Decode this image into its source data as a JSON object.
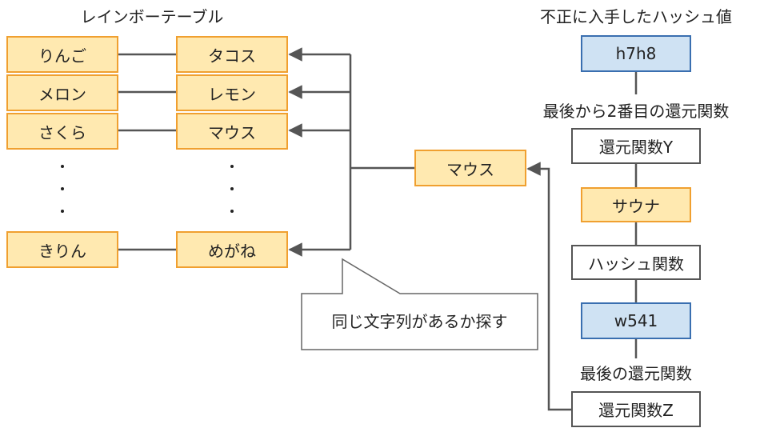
{
  "rainbow_table": {
    "title": "レインボーテーブル",
    "rows": [
      {
        "start": "りんご",
        "end": "タコス"
      },
      {
        "start": "メロン",
        "end": "レモン"
      },
      {
        "start": "さくら",
        "end": "マウス"
      },
      {
        "start": "きりん",
        "end": "めがね"
      }
    ]
  },
  "search": {
    "candidate": "マウス",
    "callout": "同じ文字列があるか探す"
  },
  "chain": {
    "stolen_hash_label": "不正に入手したハッシュ値",
    "stolen_hash": "h7h8",
    "second_last_label": "最後から2番目の還元関数",
    "reduction_y": "還元関数Y",
    "plain_candidate": "サウナ",
    "hash_function": "ハッシュ関数",
    "hash_value": "w541",
    "last_label": "最後の還元関数",
    "reduction_z": "還元関数Z"
  },
  "colors": {
    "plaintext_fill": "#ffe9b0",
    "plaintext_border": "#f0a030",
    "hash_fill": "#cfe2f3",
    "hash_border": "#3a6fb0",
    "connector": "#555555"
  }
}
